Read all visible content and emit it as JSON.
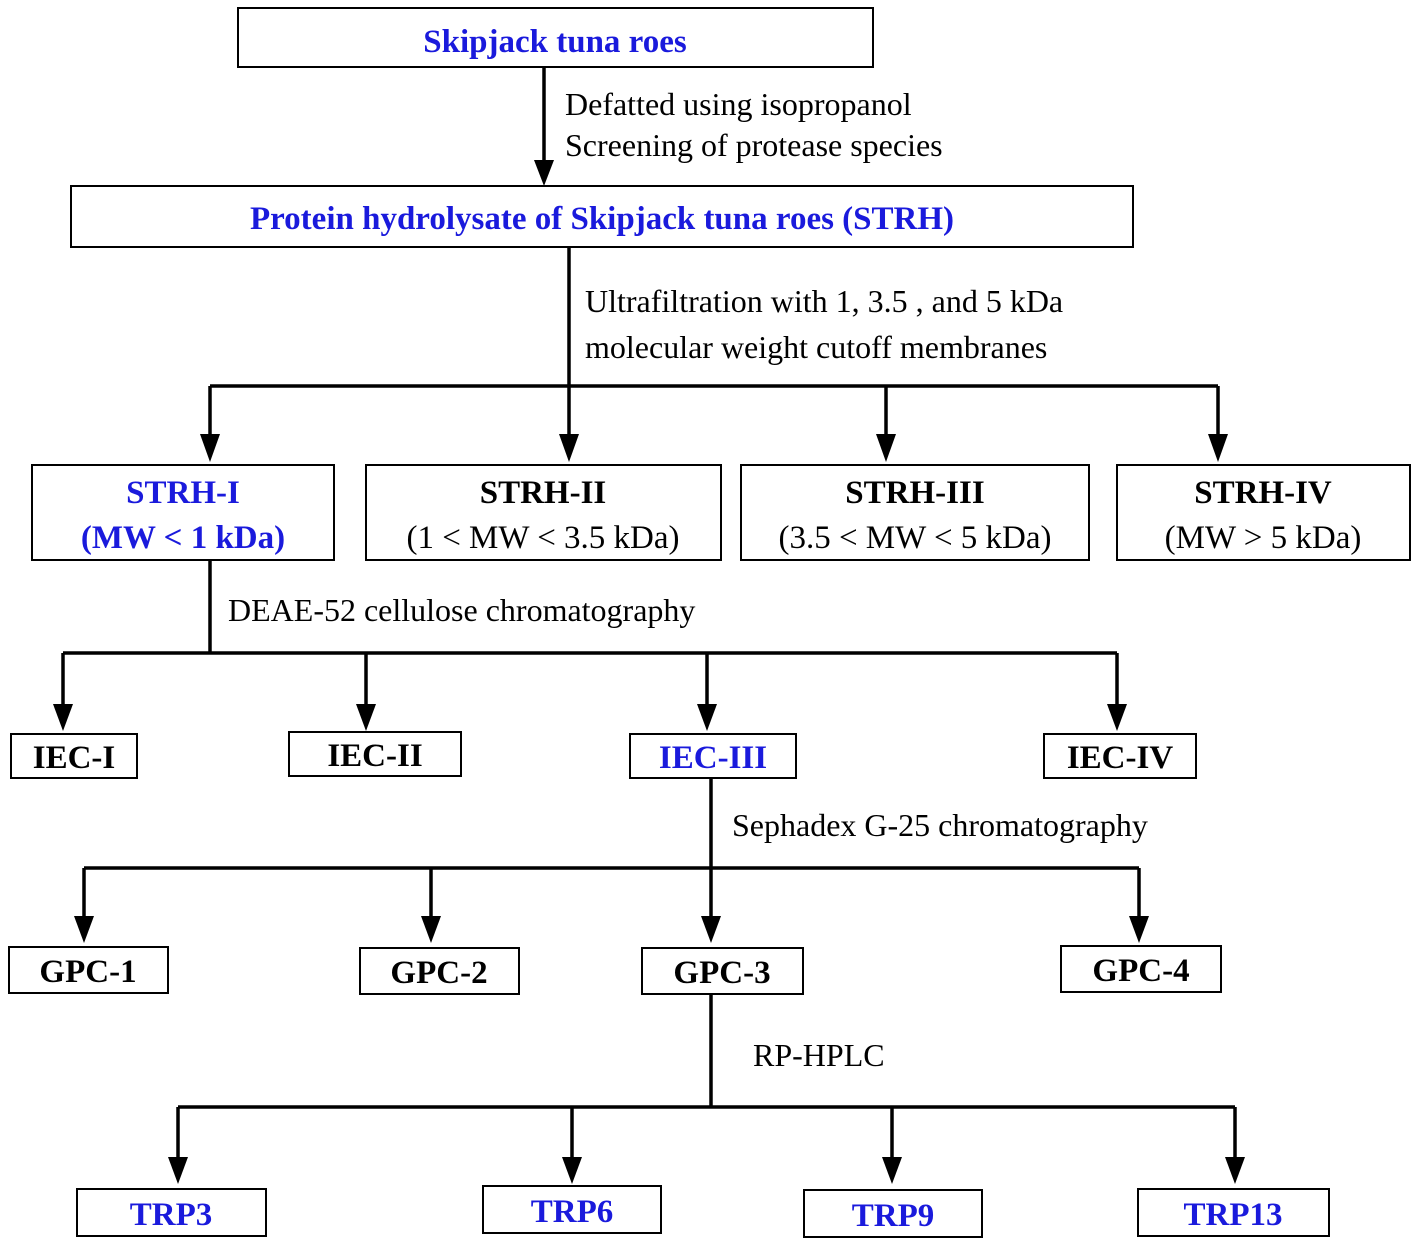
{
  "nodes": {
    "source": "Skipjack tuna roes",
    "strh": "Protein hydrolysate of Skipjack tuna roes (STRH)",
    "strh1": {
      "name": "STRH-I",
      "range": "(MW < 1 kDa)"
    },
    "strh2": {
      "name": "STRH-II",
      "range": "(1 < MW < 3.5 kDa)"
    },
    "strh3": {
      "name": "STRH-III",
      "range": "(3.5 < MW < 5 kDa)"
    },
    "strh4": {
      "name": "STRH-IV",
      "range": "(MW > 5 kDa)"
    },
    "iec": [
      "IEC-I",
      "IEC-II",
      "IEC-III",
      "IEC-IV"
    ],
    "gpc": [
      "GPC-1",
      "GPC-2",
      "GPC-3",
      "GPC-4"
    ],
    "trp": [
      "TRP3",
      "TRP6",
      "TRP9",
      "TRP13"
    ]
  },
  "steps": {
    "defat_line1": "Defatted using isopropanol",
    "defat_line2": "Screening of protease species",
    "ultra_line1": "Ultrafiltration with 1, 3.5 , and 5 kDa",
    "ultra_line2": "molecular weight cutoff  membranes",
    "deae": "DEAE-52 cellulose chromatography",
    "sephadex": "Sephadex G-25 chromatography",
    "rphplc": "RP-HPLC"
  },
  "colors": {
    "highlight": "#1a1adc",
    "normal": "#000000"
  }
}
